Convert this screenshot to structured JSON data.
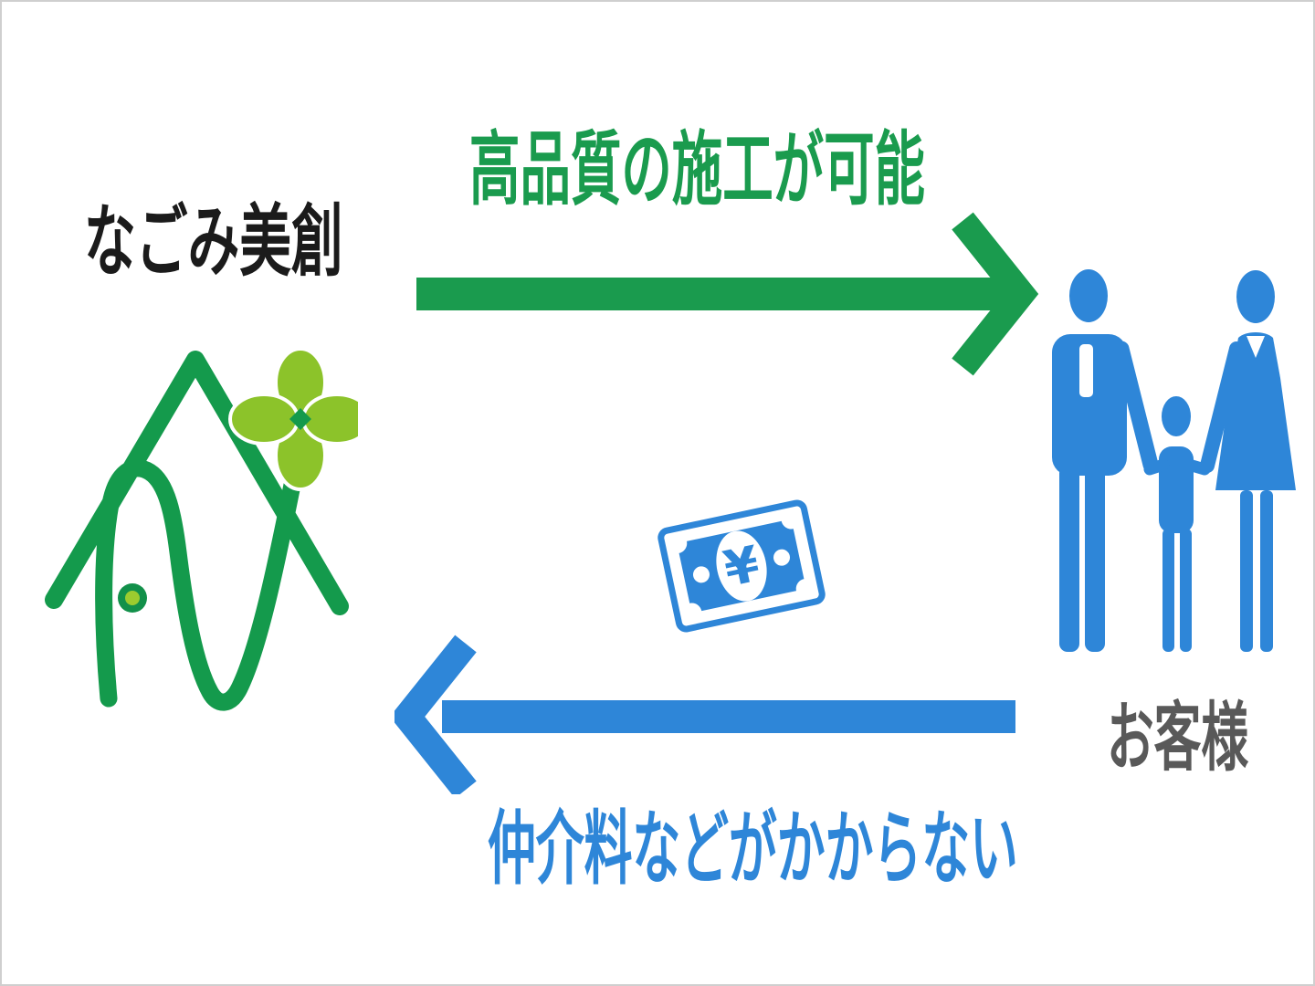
{
  "diagram": {
    "company": {
      "name": "なごみ美創"
    },
    "customer": {
      "label": "お客様"
    },
    "top_flow": {
      "label": "高品質の施工が可能",
      "direction": "right",
      "color": "#1a9b4e"
    },
    "bottom_flow": {
      "label": "仲介料などがかからない",
      "direction": "left",
      "color": "#2e86d8"
    },
    "money": {
      "symbol": "¥",
      "icon": "money-bill-icon",
      "color": "#2e86d8"
    },
    "icons": [
      {
        "name": "house-clover-logo",
        "green": "#149a4c",
        "light_green": "#8cc32a"
      },
      {
        "name": "family-icon",
        "color": "#2e86d8"
      },
      {
        "name": "money-bill-icon",
        "color": "#2e86d8"
      }
    ],
    "colors": {
      "background": "#ffffff",
      "frame": "#cfcfcf",
      "title_text": "#1b1b1b",
      "customer_text": "#595959"
    }
  }
}
